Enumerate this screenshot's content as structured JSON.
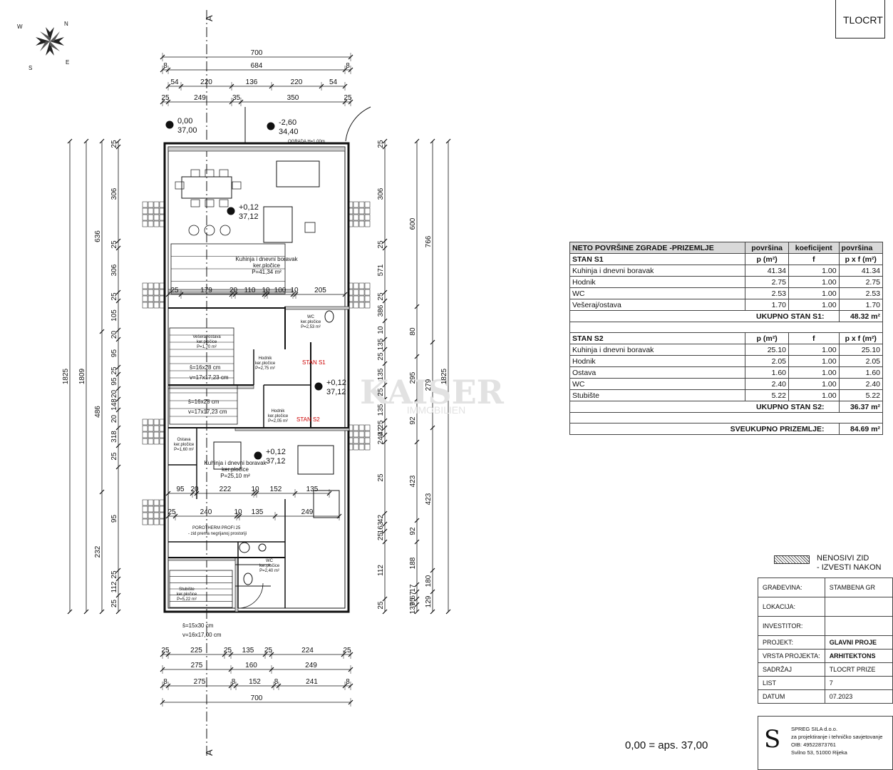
{
  "sheet_title": "TLOCRT",
  "compass": {
    "labels": [
      "N",
      "S",
      "E",
      "W"
    ]
  },
  "section_marks": [
    "A",
    "A"
  ],
  "dims": {
    "top1": "700",
    "top2": [
      "8",
      "684",
      "8"
    ],
    "top3": [
      "54",
      "220",
      "136",
      "220",
      "54"
    ],
    "top4": [
      "25",
      "249",
      "35",
      "350",
      "25"
    ],
    "bottom1": [
      "25",
      "225",
      "25",
      "135",
      "25",
      "224",
      "25"
    ],
    "bottom2": [
      "275",
      "160",
      "249"
    ],
    "bottom3": [
      "8",
      "275",
      "8",
      "152",
      "8",
      "241",
      "8"
    ],
    "bottom4": "700",
    "left_total": "1825",
    "left_total2": "1809",
    "left_a": [
      "636",
      "486",
      "232"
    ],
    "left_b": [
      "25",
      "306",
      "25",
      "306",
      "25",
      "105",
      "20",
      "95",
      "25",
      "95",
      "20",
      "148",
      "20",
      "318",
      "25",
      "95",
      "25",
      "112",
      "25"
    ],
    "right_a": [
      "25",
      "306",
      "25",
      "571",
      "25",
      "386",
      "10",
      "135",
      "25",
      "135",
      "25",
      "135",
      "25",
      "42",
      "240",
      "25",
      "42",
      "163",
      "25",
      "112",
      "25"
    ],
    "right_b": [
      "600",
      "80",
      "295",
      "92",
      "423",
      "92",
      "188",
      "17",
      "67",
      "95",
      "137"
    ],
    "right_c": [
      "766",
      "279",
      "423",
      "180",
      "129"
    ],
    "right_total": "1825",
    "inner_row1": [
      "25",
      "179",
      "20",
      "110",
      "10",
      "100",
      "10",
      "205",
      "25"
    ],
    "inner_row2": [
      "95",
      "20",
      "222",
      "10",
      "152",
      "135"
    ],
    "inner_row3": [
      "25",
      "240",
      "10",
      "135",
      "249"
    ]
  },
  "levels": [
    {
      "top": "0,00",
      "bottom": "37,00"
    },
    {
      "top": "-2,60",
      "bottom": "34,40"
    },
    {
      "top": "+0,12",
      "bottom": "37,12"
    },
    {
      "top": "+0,12",
      "bottom": "37,12"
    },
    {
      "top": "+0,12",
      "bottom": "37,12"
    }
  ],
  "rooms": [
    {
      "name": "Kuhinja i dnevni boravak",
      "floor": "ker.pločice",
      "area": "P=41,34 m²"
    },
    {
      "name": "Vešeraj/ostava",
      "floor": "ker.pločice",
      "area": "P=1,70 m²"
    },
    {
      "name": "Hodnik",
      "floor": "ker.pločice",
      "area": "P=2,75 m²"
    },
    {
      "name": "WC",
      "floor": "ker.pločice",
      "area": "P=2,53 m²"
    },
    {
      "name": "Hodnik",
      "floor": "ker.pločice",
      "area": "P=2,05 m²"
    },
    {
      "name": "Ostava",
      "floor": "ker.pločice",
      "area": "P=1,60 m²"
    },
    {
      "name": "Kuhinja i dnevni boravak",
      "floor": "ker.pločice",
      "area": "P=25,10 m²"
    },
    {
      "name": "WC",
      "floor": "ker.pločice",
      "area": "P=2,40 m²"
    },
    {
      "name": "Stubište",
      "floor": "ker.pločice",
      "area": "P=5,22 m²"
    }
  ],
  "stair_notes": [
    "š=16x28 cm",
    "v=17x17,23 cm",
    "š=16x28 cm",
    "v=17x17,23 cm",
    "š=15x30 cm",
    "v=16x17,00 cm"
  ],
  "unit_labels": [
    "STAN S1",
    "STAN S2"
  ],
  "wall_note": [
    "POROTHERM PROFI 25",
    "- zid prema negrijanoj prostoriji"
  ],
  "railing_note": "OGRADA H=1,00m",
  "watermark": {
    "main": "KAISER",
    "sub": "IMMOBILIEN"
  },
  "area_table": {
    "title": "NETO POVRŠINE ZGRADE -PRIZEMLJE",
    "col_headers": [
      "površina",
      "koeficijent",
      "površina"
    ],
    "s1": {
      "name": "STAN S1",
      "h1": "p (m²)",
      "h2": "f",
      "h3": "p x f (m²)",
      "rows": [
        [
          "Kuhinja i dnevni boravak",
          "41.34",
          "1.00",
          "41.34"
        ],
        [
          "Hodnik",
          "2.75",
          "1.00",
          "2.75"
        ],
        [
          "WC",
          "2.53",
          "1.00",
          "2.53"
        ],
        [
          "Vešeraj/ostava",
          "1.70",
          "1.00",
          "1.70"
        ]
      ],
      "total_label": "UKUPNO STAN S1:",
      "total": "48.32 m²"
    },
    "s2": {
      "name": "STAN S2",
      "h1": "p (m²)",
      "h2": "f",
      "h3": "p x f (m²)",
      "rows": [
        [
          "Kuhinja i dnevni boravak",
          "25.10",
          "1.00",
          "25.10"
        ],
        [
          "Hodnik",
          "2.05",
          "1.00",
          "2.05"
        ],
        [
          "Ostava",
          "1.60",
          "1.00",
          "1.60"
        ],
        [
          "WC",
          "2.40",
          "1.00",
          "2.40"
        ],
        [
          "Stubište",
          "5.22",
          "1.00",
          "5.22"
        ]
      ],
      "total_label": "UKUPNO STAN S2:",
      "total": "36.37 m²"
    },
    "grand_label": "SVEUKUPNO PRIZEMLJE:",
    "grand_total": "84.69 m²"
  },
  "legend": {
    "line1": "NENOSIVI ZID",
    "line2": "- IZVESTI NAKON"
  },
  "info": [
    {
      "label": "GRAĐEVINA:",
      "value": "STAMBENA GR"
    },
    {
      "label": "LOKACIJA:",
      "value": ""
    },
    {
      "label": "INVESTITOR:",
      "value": ""
    },
    {
      "label": "PROJEKT:",
      "value": "GLAVNI PROJE"
    },
    {
      "label": "VRSTA PROJEKTA:",
      "value": "ARHITEKTONS"
    },
    {
      "label": "SADRŽAJ",
      "value": "TLOCRT PRIZE"
    },
    {
      "label": "LIST",
      "value": "7"
    },
    {
      "label": "DATUM",
      "value": "07.2023"
    }
  ],
  "firm": {
    "logo": "S",
    "name": "SPREG SILA d.o.o.",
    "desc": "za projektiranje i tehničko savjetovanje",
    "oib": "OIB: 49522873761",
    "address": "Svilno 53, 51000 Rijeka"
  },
  "reference": "0,00 = aps. 37,00"
}
